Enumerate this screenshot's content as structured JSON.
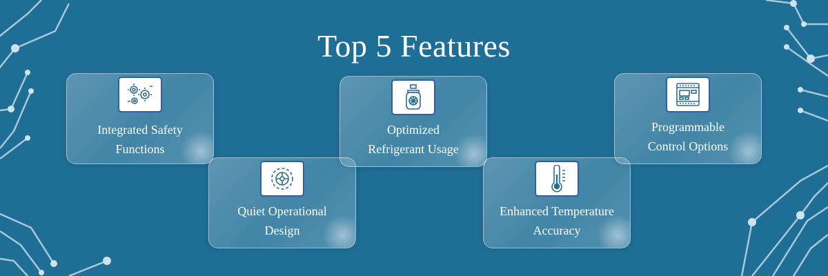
{
  "title": "Top 5 Features",
  "features": [
    {
      "line1": "Integrated Safety",
      "line2": "Functions",
      "icon": "gears-icon"
    },
    {
      "line1": "Quiet Operational",
      "line2": "Design",
      "icon": "fan-icon"
    },
    {
      "line1": "Optimized",
      "line2": "Refrigerant Usage",
      "icon": "refrigerant-cylinder-icon"
    },
    {
      "line1": "Enhanced Temperature",
      "line2": "Accuracy",
      "icon": "thermometer-icon"
    },
    {
      "line1": "Programmable",
      "line2": "Control Options",
      "icon": "control-panel-icon"
    }
  ],
  "colors": {
    "background": "#1f6e96",
    "icon_border": "#2f5fa8",
    "icon_stroke": "#2a6e8f"
  }
}
